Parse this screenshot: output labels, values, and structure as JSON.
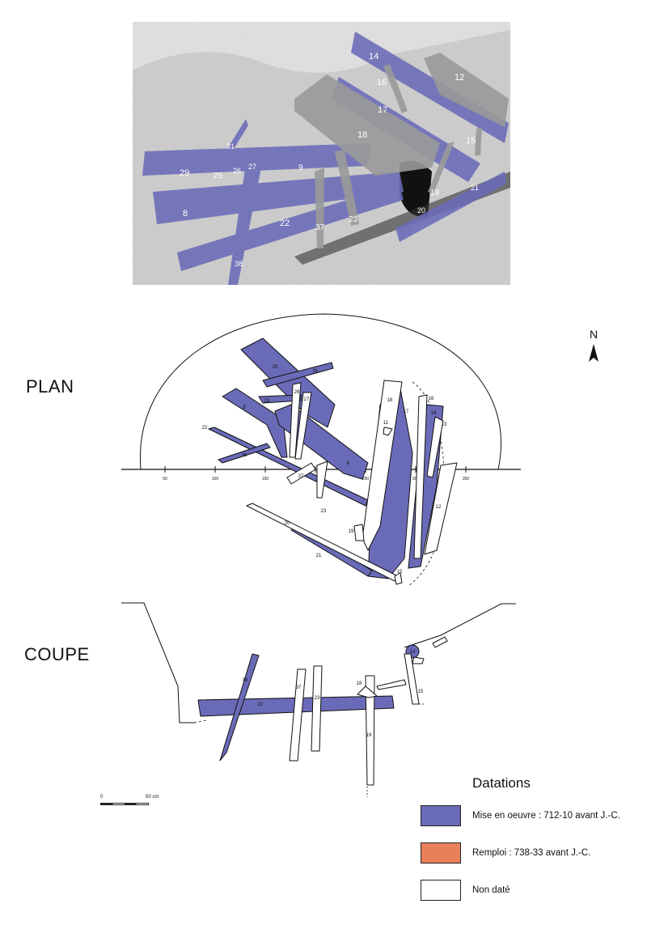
{
  "photo": {
    "labels": [
      "14",
      "16",
      "12",
      "17",
      "18",
      "15",
      "31",
      "29",
      "25",
      "26",
      "27",
      "9",
      "19",
      "21",
      "8",
      "22",
      "37",
      "23",
      "20",
      "38"
    ]
  },
  "plan": {
    "title": "PLAN",
    "axis_ticks": [
      "50",
      "100",
      "150",
      "200",
      "250",
      "300",
      "350"
    ],
    "labels": [
      "29",
      "31",
      "26",
      "27",
      "25",
      "8",
      "22",
      "38",
      "9",
      "18",
      "16",
      "17",
      "14",
      "13",
      "11",
      "37",
      "23",
      "12",
      "20",
      "19",
      "21",
      "15"
    ]
  },
  "coupe": {
    "title": "COUPE",
    "labels": [
      "14",
      "18",
      "15",
      "38",
      "37",
      "23",
      "22",
      "19"
    ]
  },
  "north": {
    "letter": "N"
  },
  "scale": {
    "start": "0",
    "end": "50 cm"
  },
  "legend": {
    "title": "Datations",
    "items": [
      {
        "label": "Mise en oeuvre : 712-10 avant J.-C.",
        "color": "#6a6bb8"
      },
      {
        "label": "Remploi : 738-33 avant J.-C.",
        "color": "#e8805a"
      },
      {
        "label": "Non daté",
        "color": "#ffffff"
      }
    ]
  }
}
